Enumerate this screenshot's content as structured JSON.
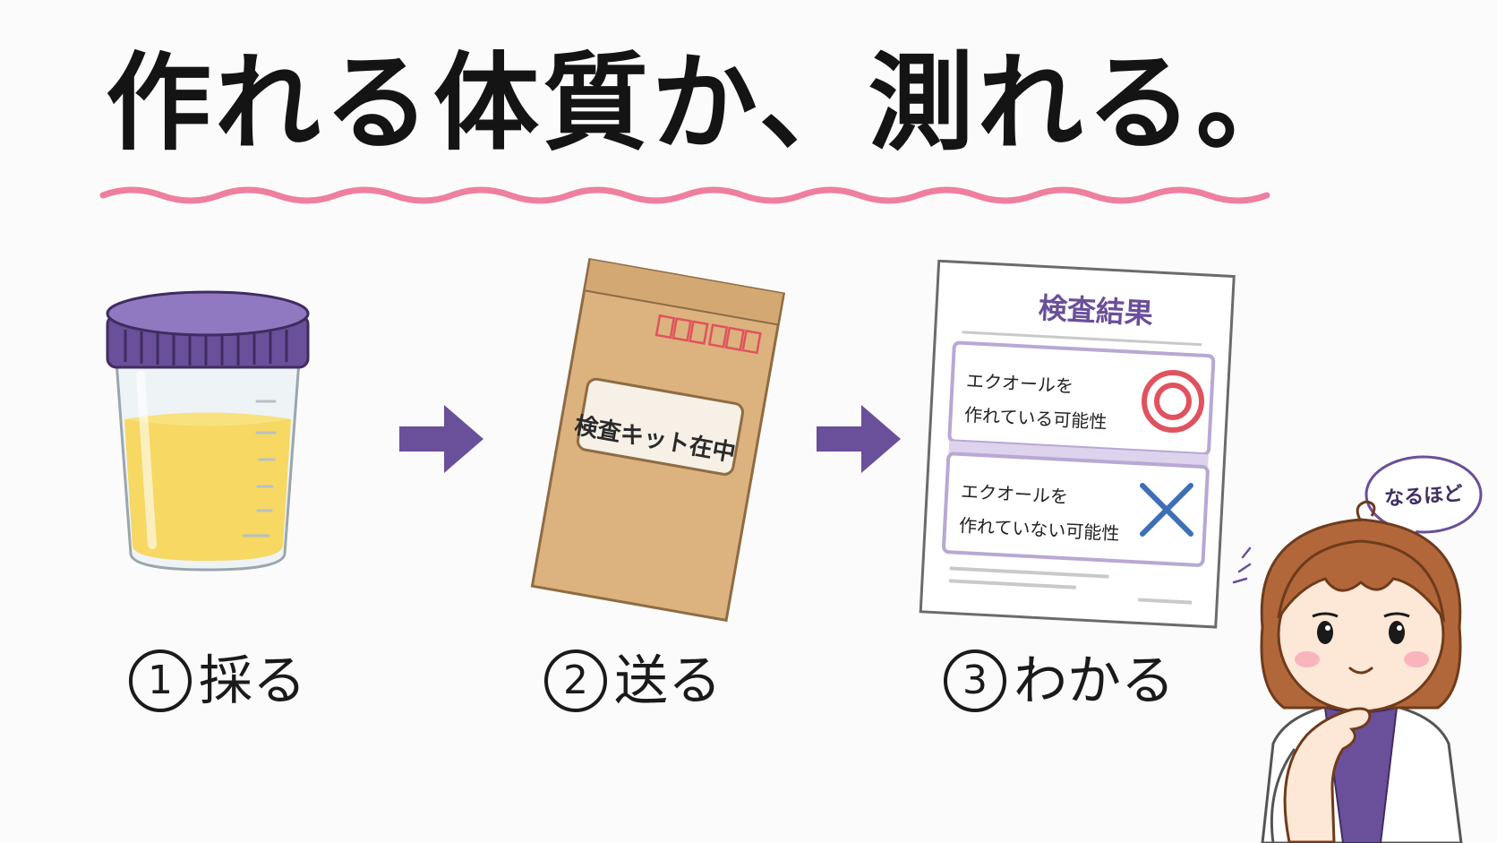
{
  "headline": "作れる体質か、測れる。",
  "steps": [
    {
      "number": "1",
      "label": "採る"
    },
    {
      "number": "2",
      "label": "送る"
    },
    {
      "number": "3",
      "label": "わかる"
    }
  ],
  "envelope": {
    "sticker": "検査キット在中"
  },
  "report": {
    "title": "検査結果",
    "positive": {
      "line1": "エクオールを",
      "line2": "作れている可能性"
    },
    "negative": {
      "line1": "エクオールを",
      "line2": "作れていない可能性"
    }
  },
  "doctor": {
    "speech": "なるほど"
  },
  "colors": {
    "accent_purple": "#6a4f9a",
    "wave_pink": "#ef7f9e",
    "positive_red": "#e0535e",
    "negative_blue": "#3e6fb6",
    "urine_yellow": "#f5d65a",
    "envelope_kraft": "#dcb27e"
  },
  "icons": {
    "arrow": "right-arrow-icon",
    "positive": "double-circle-icon",
    "negative": "cross-icon"
  }
}
